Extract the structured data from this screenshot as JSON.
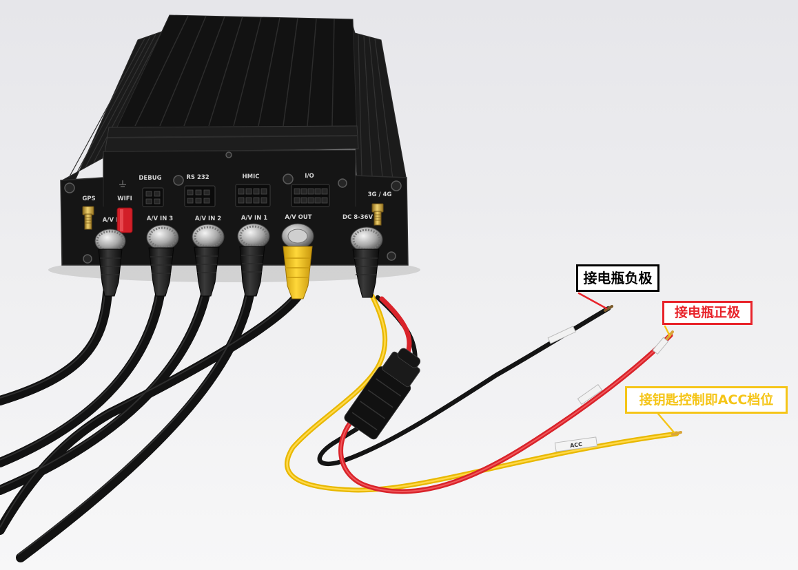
{
  "device": {
    "top_connectors": {
      "debug": "DEBUG",
      "rs232": "RS 232",
      "hmic": "HMIC",
      "io": "I/O"
    },
    "ports": {
      "gps": "GPS",
      "wifi": "WIFI",
      "av_in_left": "A/V I",
      "av_in_3": "A/V IN 3",
      "av_in_2": "A/V IN 2",
      "av_in_1": "A/V IN 1",
      "av_out": "A/V OUT",
      "dc": "DC 8-36V",
      "cellular": "3G / 4G"
    }
  },
  "wires": {
    "acc_tag": "ACC"
  },
  "callouts": {
    "battery_negative": "接电瓶负极",
    "battery_positive": "接电瓶正极",
    "acc_ignition": "接钥匙控制即ACC档位"
  },
  "colors": {
    "negative": "#000000",
    "positive": "#e8232a",
    "acc": "#f5c518"
  }
}
